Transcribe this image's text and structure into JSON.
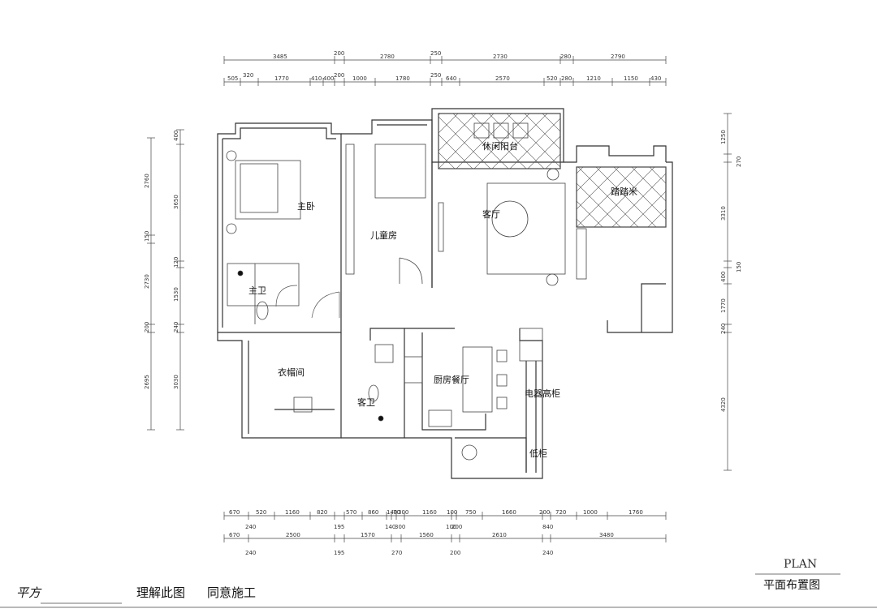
{
  "rooms": {
    "master_bedroom": "主卧",
    "kids_room": "儿童房",
    "leisure_balcony": "休闲阳台",
    "living_room": "客厅",
    "tatami": "踏踏米",
    "master_bath": "主卫",
    "walk_in_closet": "衣帽间",
    "guest_bath": "客卫",
    "kitchen_dining": "厨房餐厅",
    "appliance_cabinet": "电器高柜",
    "low_cabinet": "低柜"
  },
  "dims": {
    "top_row1": [
      "3485",
      "200",
      "2780",
      "250",
      "2730",
      "280",
      "2790"
    ],
    "top_row2": [
      "505",
      "320",
      "1770",
      "410",
      "400",
      "200",
      "1000",
      "1780",
      "250",
      "640",
      "2570",
      "520",
      "280",
      "1210",
      "1150",
      "430"
    ],
    "bottom_row1": [
      "670",
      "520",
      "1160",
      "820",
      "570",
      "860",
      "140",
      "70",
      "300",
      "1160",
      "100",
      "750",
      "1660",
      "200",
      "720",
      "1000",
      "1760"
    ],
    "bottom_row1_sub": [
      "240",
      "195",
      "140",
      "300",
      "100",
      "200",
      "840"
    ],
    "bottom_row2": [
      "670",
      "2500",
      "1570",
      "1560",
      "2610",
      "3480"
    ],
    "bottom_row2_sub": [
      "240",
      "195",
      "270",
      "200",
      "240"
    ],
    "left_outer": [
      "2760",
      "150",
      "2730",
      "200",
      "2695"
    ],
    "left_inner": [
      "400",
      "3650",
      "120",
      "1530",
      "240",
      "3030"
    ],
    "right": [
      "1250",
      "270",
      "3310",
      "150",
      "400",
      "1770",
      "240",
      "4320"
    ]
  },
  "title": {
    "plan_en": "PLAN",
    "plan_cn": "平面布置图"
  },
  "footer": {
    "left": "平方",
    "approve": "理解此图",
    "agree": "同意施工"
  }
}
